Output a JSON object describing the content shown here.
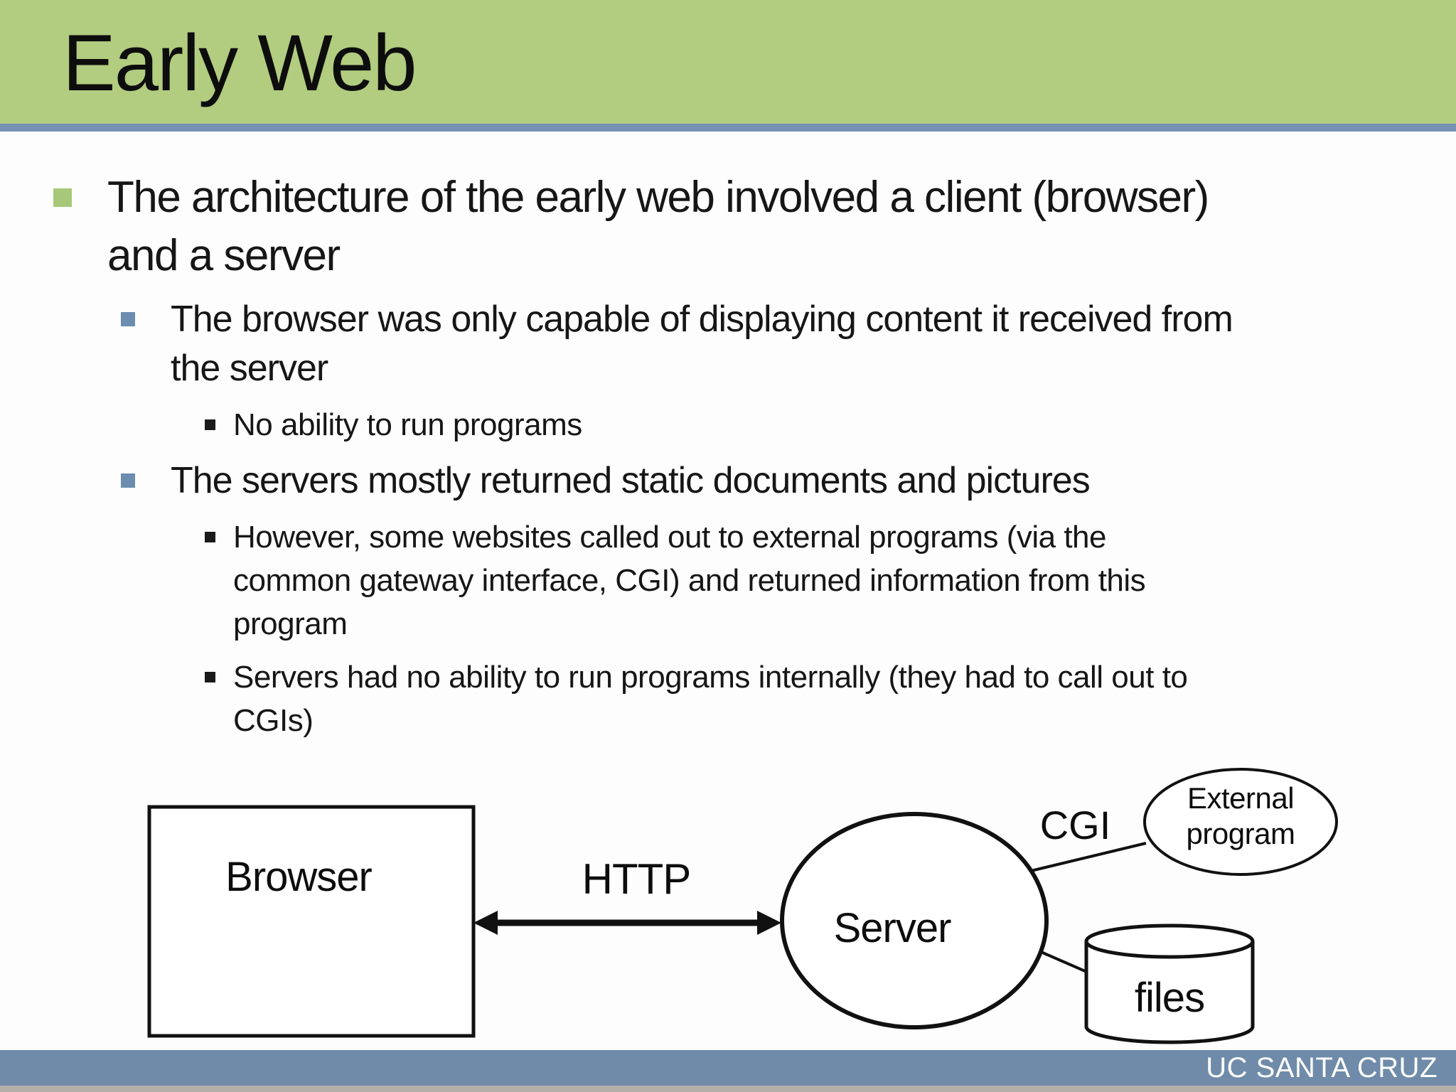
{
  "slide": {
    "title": "Early Web",
    "footer": "UC SANTA CRUZ"
  },
  "colors": {
    "header_green": "#b2cc80",
    "rule_blue": "#7591b3",
    "bullet_l1": "#a6c878",
    "bullet_l2": "#6c8cb0",
    "bullet_l3": "#1a1a1a",
    "footer_bar": "#6f8ba9",
    "footer_strip": "#b3afa8",
    "text": "#161616",
    "bg": "#fdfdfd",
    "stroke": "#111111"
  },
  "bullets": [
    {
      "level": 1,
      "lines": [
        "The architecture of the early web involved a client (browser)",
        "and a server"
      ]
    },
    {
      "level": 2,
      "lines": [
        "The browser was only capable of displaying content it received from",
        "the server"
      ]
    },
    {
      "level": 3,
      "lines": [
        "No ability to run programs"
      ]
    },
    {
      "level": 2,
      "lines": [
        "The servers mostly returned static documents and pictures"
      ]
    },
    {
      "level": 3,
      "lines": [
        "However, some websites called out to external programs (via the",
        "common gateway interface, CGI) and returned information from this",
        "program"
      ]
    },
    {
      "level": 3,
      "lines": [
        "Servers had no ability to run programs internally (they had to call out to",
        "CGIs)"
      ]
    }
  ],
  "diagram": {
    "browser_label": "Browser",
    "http_label": "HTTP",
    "server_label": "Server",
    "cgi_label": "CGI",
    "external_lines": [
      "External",
      "program"
    ],
    "files_label": "files"
  }
}
